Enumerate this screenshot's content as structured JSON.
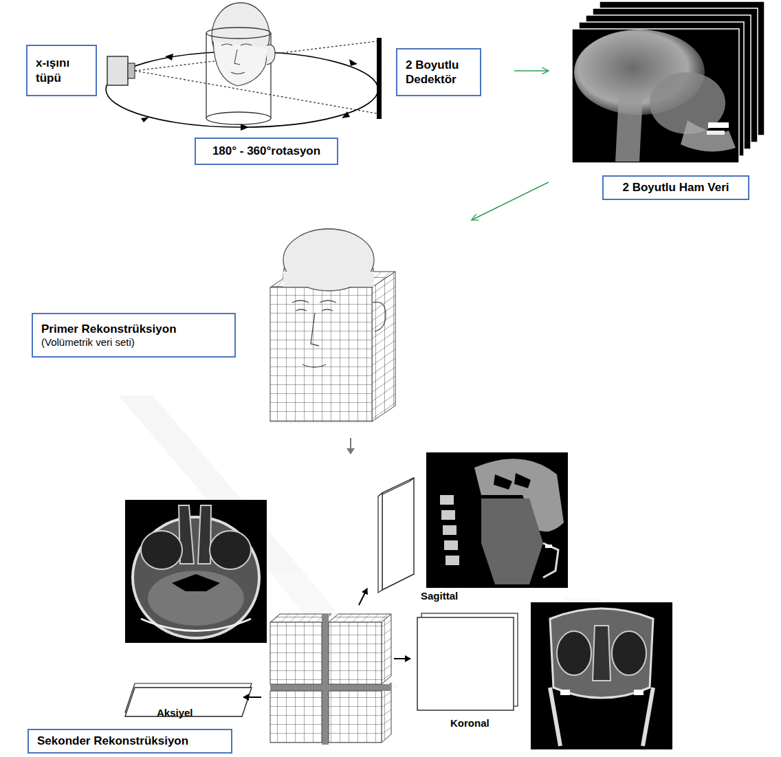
{
  "diagram": {
    "nodes": [
      {
        "text": [
          "x-ışını tüpü"
        ]
      },
      {
        "text": [
          "2 Boyutlu Dedektör"
        ]
      },
      {
        "text": [
          "180° - 360°rotasyon"
        ]
      },
      {
        "text": [
          "2 Boyutlu Ham Veri"
        ]
      },
      {
        "text": [
          "Primer Rekonstrüksiyon",
          "(Volümetrik veri seti)"
        ]
      },
      {
        "text": [
          "Sekonder Rekonstrüksiyon"
        ]
      }
    ],
    "labels": [
      "Sagittal",
      "Aksiyel",
      "Koronal"
    ]
  }
}
